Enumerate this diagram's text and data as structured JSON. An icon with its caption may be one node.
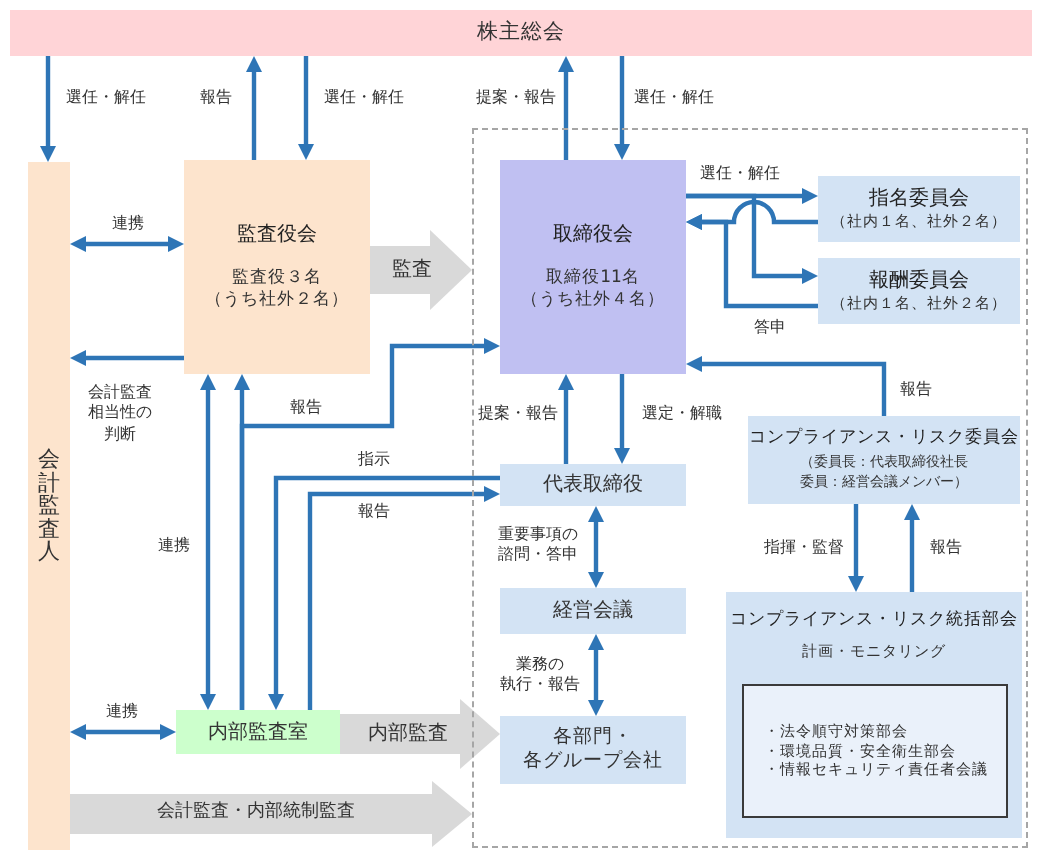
{
  "diagram": {
    "nodes": [
      {
        "text": [
          "株主総会"
        ]
      },
      {
        "text": [
          "会計監査人"
        ]
      },
      {
        "text": [
          "監査役会",
          "監査役３名（うち社外２名）"
        ]
      },
      {
        "text": [],
        "shape": "box"
      },
      {
        "text": [
          "取締役会",
          "取締役11名（うち社外４名）"
        ],
        "in": 3
      },
      {
        "text": [
          "指名委員会",
          "（社内１名、社外２名）"
        ],
        "in": 3
      },
      {
        "text": [
          "報酬委員会",
          "（社内１名、社外２名）"
        ],
        "in": 3
      },
      {
        "text": [
          "代表取締役"
        ],
        "in": 3
      },
      {
        "text": [
          "コンプライアンス・リスク委員会",
          "（委員長：代表取締役社長委員：経営会議メンバー）"
        ],
        "in": 3
      },
      {
        "text": [
          "経営会議"
        ],
        "in": 3
      },
      {
        "text": [
          "コンプライアンス・リスク統括部会",
          "計画・モニタリング"
        ],
        "in": 3
      },
      {
        "text": [
          "・法令順守対策部会",
          "・環境品質・安全衛生部会",
          "・情報セキュリティ責任者会議"
        ],
        "in": 10
      },
      {
        "text": [
          "内部監査室"
        ]
      },
      {
        "text": [
          "各部門・各グループ会社"
        ],
        "in": 3
      }
    ],
    "edges": [
      {
        "from": 0,
        "to": 1,
        "arrow": "to",
        "label": "選任・解任"
      },
      {
        "from": 2,
        "to": 0,
        "arrow": "to",
        "label": "報告"
      },
      {
        "from": 0,
        "to": 2,
        "arrow": "to",
        "label": "選任・解任"
      },
      {
        "from": 4,
        "to": 0,
        "arrow": "to",
        "label": "提案・報告"
      },
      {
        "from": 0,
        "to": 4,
        "arrow": "to",
        "label": "選任・解任"
      },
      {
        "from": 2,
        "to": 1,
        "arrow": "both",
        "label": "連携"
      },
      {
        "from": 2,
        "to": 1,
        "arrow": "to",
        "label": "会計監査相当性の判断"
      },
      {
        "from": 2,
        "to": 3,
        "arrow": "to",
        "label": "監査",
        "style": "thick",
        "color": "#d9d9d9"
      },
      {
        "from": 2,
        "to": 12,
        "arrow": "both",
        "label": "連携"
      },
      {
        "from": 12,
        "to": 2,
        "arrow": "to"
      },
      {
        "from": 12,
        "to": 4,
        "arrow": "to",
        "label": "報告"
      },
      {
        "from": 7,
        "to": 12,
        "arrow": "to",
        "label": "指示"
      },
      {
        "from": 12,
        "to": 7,
        "arrow": "to",
        "label": "報告"
      },
      {
        "from": 1,
        "to": 12,
        "arrow": "both",
        "label": "連携"
      },
      {
        "from": 12,
        "to": 13,
        "arrow": "to",
        "label": "内部監査",
        "style": "thick",
        "color": "#d9d9d9"
      },
      {
        "from": 1,
        "to": 3,
        "arrow": "to",
        "label": "会計監査・内部統制監査",
        "style": "thick",
        "color": "#d9d9d9"
      },
      {
        "from": 4,
        "to": 5,
        "arrow": "to",
        "label": "選任・解任"
      },
      {
        "from": 4,
        "to": 6,
        "arrow": "to"
      },
      {
        "from": 5,
        "to": 4,
        "arrow": "to"
      },
      {
        "from": 6,
        "to": 4,
        "arrow": "to",
        "label": "答申"
      },
      {
        "from": 8,
        "to": 4,
        "arrow": "to",
        "label": "報告"
      },
      {
        "from": 4,
        "to": 7,
        "arrow": "to",
        "label": "選定・解職"
      },
      {
        "from": 7,
        "to": 4,
        "arrow": "to",
        "label": "提案・報告"
      },
      {
        "from": 7,
        "to": 9,
        "arrow": "both",
        "label": "重要事項の諮問・答申"
      },
      {
        "from": 9,
        "to": 13,
        "arrow": "both",
        "label": "業務の執行・報告"
      },
      {
        "from": 8,
        "to": 10,
        "arrow": "to",
        "label": "指揮・監督"
      },
      {
        "from": 10,
        "to": 8,
        "arrow": "to",
        "label": "報告"
      }
    ]
  }
}
